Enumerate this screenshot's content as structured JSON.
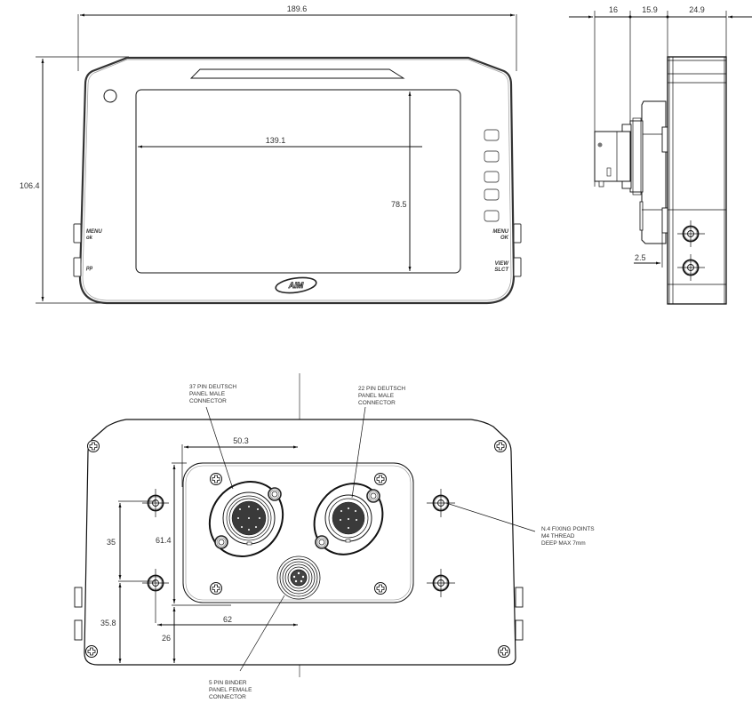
{
  "front_view": {
    "width_dim": "189.6",
    "height_dim": "106.4",
    "screen_width_dim": "139.1",
    "screen_height_dim": "78.5",
    "left_buttons": [
      {
        "label_line1": "MENU",
        "label_line2": "ok"
      },
      {
        "label_line1": "pp",
        "label_line2": ""
      }
    ],
    "right_buttons": [
      {
        "label_line1": "MENU",
        "label_line2": "OK"
      },
      {
        "label_line1": "VIEW",
        "label_line2": "SLCT"
      }
    ],
    "led_count": 5,
    "logo": "AIM"
  },
  "side_view": {
    "dims": [
      "16",
      "15.9",
      "24.9"
    ],
    "offset_dim": "2.5"
  },
  "rear_view": {
    "connector_37": {
      "line1": "37 PIN DEUTSCH",
      "line2": "PANEL MALE",
      "line3": "CONNECTOR"
    },
    "connector_22": {
      "line1": "22 PIN DEUTSCH",
      "line2": "PANEL MALE",
      "line3": "CONNECTOR"
    },
    "connector_5": {
      "line1": "5 PIN BINDER",
      "line2": "PANEL FEMALE",
      "line3": "CONNECTOR"
    },
    "fixing": {
      "line1": "N.4 FIXING POINTS",
      "line2": "M4 THREAD",
      "line3": "DEEP MAX 7mm"
    },
    "dims": {
      "panel_half_width": "50.3",
      "hole_spacing": "35",
      "panel_height": "61.4",
      "hole_to_bottom": "35.8",
      "hole_to_center": "62",
      "panel_to_bottom": "26"
    }
  }
}
